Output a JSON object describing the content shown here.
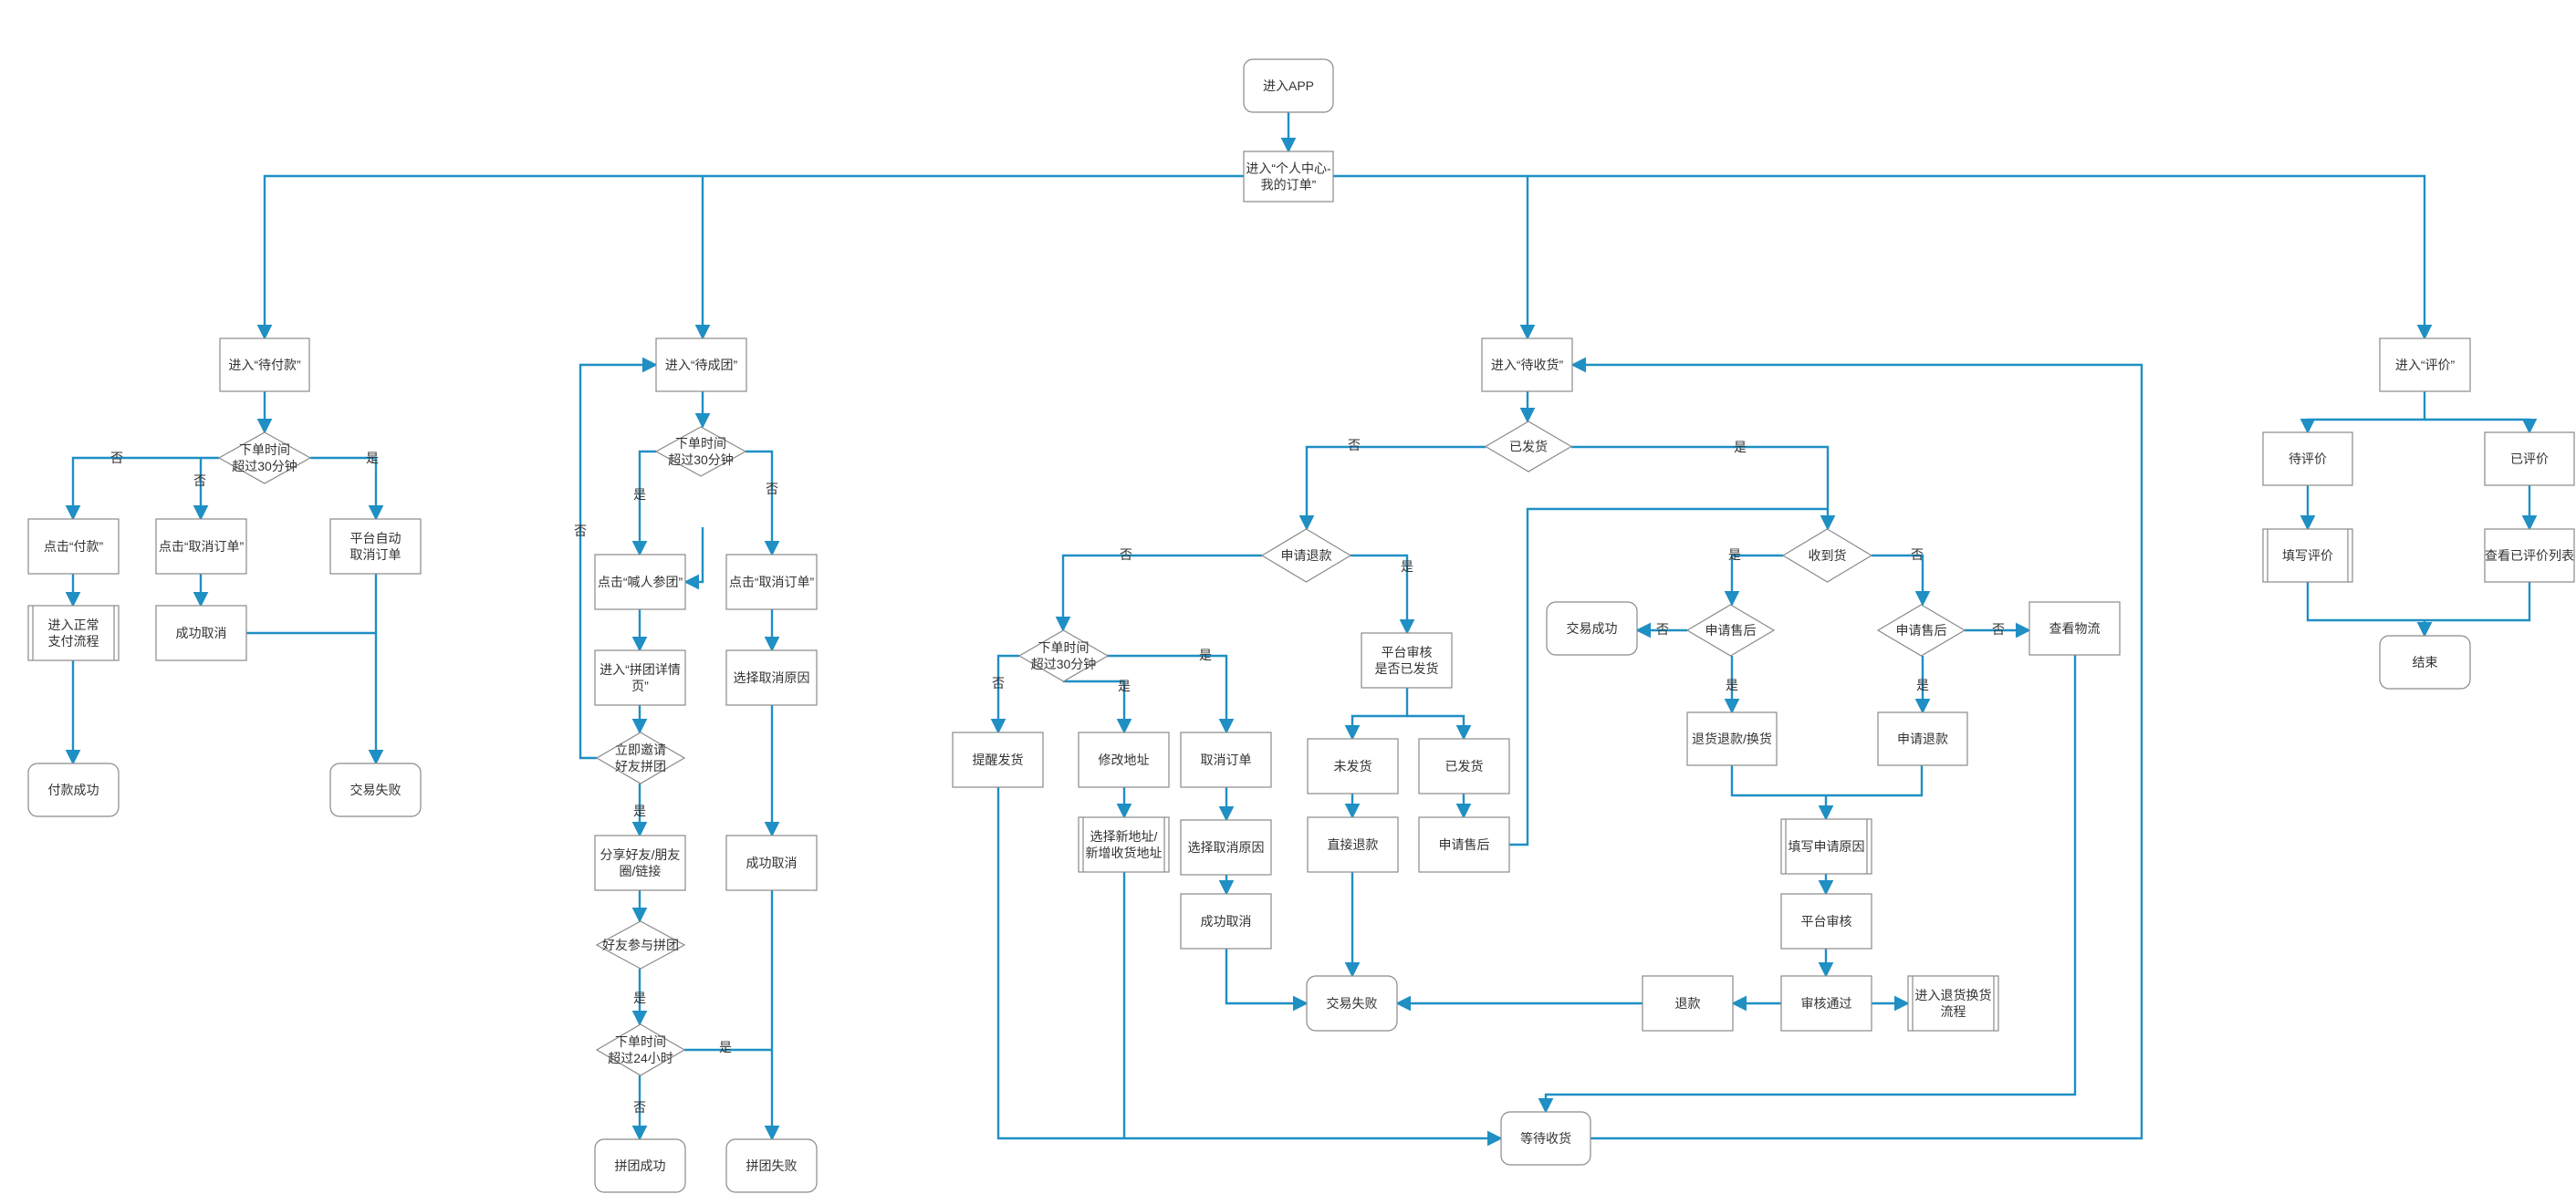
{
  "colors": {
    "line": "#1f8fc4",
    "border": "#8a8a8a",
    "text": "#333333",
    "background": "#ffffff"
  },
  "nodes": [
    {
      "id": "start",
      "shape": "rounded",
      "lines": [
        "进入APP"
      ]
    },
    {
      "id": "myorder",
      "shape": "rect",
      "lines": [
        "进入“个人中心-",
        "我的订单”"
      ]
    },
    {
      "id": "pay",
      "shape": "rect",
      "lines": [
        "进入“待付款”"
      ]
    },
    {
      "id": "pay_d",
      "shape": "diamond",
      "lines": [
        "下单时间",
        "超过30分钟"
      ]
    },
    {
      "id": "click_pay",
      "shape": "rect",
      "lines": [
        "点击“付款”"
      ]
    },
    {
      "id": "click_cancel1",
      "shape": "rect",
      "lines": [
        "点击“取消订单”"
      ]
    },
    {
      "id": "auto_cancel",
      "shape": "rect",
      "lines": [
        "平台自动",
        "取消订单"
      ]
    },
    {
      "id": "normal_pay",
      "shape": "subprocess",
      "lines": [
        "进入正常",
        "支付流程"
      ]
    },
    {
      "id": "cancel_ok1",
      "shape": "rect",
      "lines": [
        "成功取消"
      ]
    },
    {
      "id": "pay_ok",
      "shape": "rounded",
      "lines": [
        "付款成功"
      ]
    },
    {
      "id": "fail1",
      "shape": "rounded",
      "lines": [
        "交易失败"
      ]
    },
    {
      "id": "group",
      "shape": "rect",
      "lines": [
        "进入“待成团”"
      ]
    },
    {
      "id": "grp_d",
      "shape": "diamond",
      "lines": [
        "下单时间",
        "超过30分钟"
      ]
    },
    {
      "id": "call",
      "shape": "rect",
      "lines": [
        "点击“喊人参团”"
      ]
    },
    {
      "id": "click_cancel2",
      "shape": "rect",
      "lines": [
        "点击“取消订单”"
      ]
    },
    {
      "id": "grp_detail",
      "shape": "rect",
      "lines": [
        "进入“拼团详情",
        "页”"
      ]
    },
    {
      "id": "reason2",
      "shape": "rect",
      "lines": [
        "选择取消原因"
      ]
    },
    {
      "id": "invite_d",
      "shape": "diamond",
      "lines": [
        "立即邀请",
        "好友拼团"
      ]
    },
    {
      "id": "share",
      "shape": "rect",
      "lines": [
        "分享好友/朋友",
        "圈/链接"
      ]
    },
    {
      "id": "cancel_ok2",
      "shape": "rect",
      "lines": [
        "成功取消"
      ]
    },
    {
      "id": "join_d",
      "shape": "diamond",
      "lines": [
        "好友参与拼团"
      ]
    },
    {
      "id": "h24_d",
      "shape": "diamond",
      "lines": [
        "下单时间",
        "超过24小时"
      ]
    },
    {
      "id": "grp_ok",
      "shape": "rounded",
      "lines": [
        "拼团成功"
      ]
    },
    {
      "id": "grp_fail",
      "shape": "rounded",
      "lines": [
        "拼团失败"
      ]
    },
    {
      "id": "receive",
      "shape": "rect",
      "lines": [
        "进入“待收货”"
      ]
    },
    {
      "id": "shipped_d",
      "shape": "diamond",
      "lines": [
        "已发货"
      ]
    },
    {
      "id": "refund_d",
      "shape": "diamond",
      "lines": [
        "申请退款"
      ]
    },
    {
      "id": "recv_d",
      "shape": "diamond",
      "lines": [
        "收到货"
      ]
    },
    {
      "id": "r30_d",
      "shape": "diamond",
      "lines": [
        "下单时间",
        "超过30分钟"
      ]
    },
    {
      "id": "audit_ship",
      "shape": "rect",
      "lines": [
        "平台审核",
        "是否已发货"
      ]
    },
    {
      "id": "aft1_d",
      "shape": "diamond",
      "lines": [
        "申请售后"
      ]
    },
    {
      "id": "aft2_d",
      "shape": "diamond",
      "lines": [
        "申请售后"
      ]
    },
    {
      "id": "trade_ok",
      "shape": "rounded",
      "lines": [
        "交易成功"
      ]
    },
    {
      "id": "logistics",
      "shape": "rect",
      "lines": [
        "查看物流"
      ]
    },
    {
      "id": "remind",
      "shape": "rect",
      "lines": [
        "提醒发货"
      ]
    },
    {
      "id": "modify",
      "shape": "rect",
      "lines": [
        "修改地址"
      ]
    },
    {
      "id": "cancel3",
      "shape": "rect",
      "lines": [
        "取消订单"
      ]
    },
    {
      "id": "not_shipped",
      "shape": "rect",
      "lines": [
        "未发货"
      ]
    },
    {
      "id": "shipped",
      "shape": "rect",
      "lines": [
        "已发货"
      ]
    },
    {
      "id": "return",
      "shape": "rect",
      "lines": [
        "退货退款/换货"
      ]
    },
    {
      "id": "apply_refund",
      "shape": "rect",
      "lines": [
        "申请退款"
      ]
    },
    {
      "id": "new_addr",
      "shape": "subprocess",
      "lines": [
        "选择新地址/",
        "新增收货地址"
      ]
    },
    {
      "id": "reason3",
      "shape": "rect",
      "lines": [
        "选择取消原因"
      ]
    },
    {
      "id": "direct_refund",
      "shape": "rect",
      "lines": [
        "直接退款"
      ]
    },
    {
      "id": "apply_after",
      "shape": "rect",
      "lines": [
        "申请售后"
      ]
    },
    {
      "id": "fill_reason",
      "shape": "subprocess",
      "lines": [
        "填写申请原因"
      ]
    },
    {
      "id": "cancel_ok3",
      "shape": "rect",
      "lines": [
        "成功取消"
      ]
    },
    {
      "id": "plat_audit",
      "shape": "rect",
      "lines": [
        "平台审核"
      ]
    },
    {
      "id": "fail2",
      "shape": "rounded",
      "lines": [
        "交易失败"
      ]
    },
    {
      "id": "refund",
      "shape": "rect",
      "lines": [
        "退款"
      ]
    },
    {
      "id": "audit_pass",
      "shape": "rect",
      "lines": [
        "审核通过"
      ]
    },
    {
      "id": "exchange",
      "shape": "subprocess",
      "lines": [
        "进入退货换货",
        "流程"
      ]
    },
    {
      "id": "wait",
      "shape": "rounded",
      "lines": [
        "等待收货"
      ]
    },
    {
      "id": "review",
      "shape": "rect",
      "lines": [
        "进入“评价”"
      ]
    },
    {
      "id": "to_review",
      "shape": "rect",
      "lines": [
        "待评价"
      ]
    },
    {
      "id": "reviewed",
      "shape": "rect",
      "lines": [
        "已评价"
      ]
    },
    {
      "id": "write_review",
      "shape": "subprocess",
      "lines": [
        "填写评价"
      ]
    },
    {
      "id": "view_reviews",
      "shape": "rect",
      "lines": [
        "查看已评价列表"
      ]
    },
    {
      "id": "end",
      "shape": "rounded",
      "lines": [
        "结束"
      ]
    }
  ],
  "labels": [
    {
      "id": "l1",
      "text": "否"
    },
    {
      "id": "l2",
      "text": "否"
    },
    {
      "id": "l3",
      "text": "是"
    },
    {
      "id": "l4",
      "text": "是"
    },
    {
      "id": "l5",
      "text": "否"
    },
    {
      "id": "l6",
      "text": "否"
    },
    {
      "id": "l7",
      "text": "是"
    },
    {
      "id": "l8",
      "text": "是"
    },
    {
      "id": "l9",
      "text": "是"
    },
    {
      "id": "l10",
      "text": "否"
    },
    {
      "id": "l11",
      "text": "否"
    },
    {
      "id": "l12",
      "text": "是"
    },
    {
      "id": "l13",
      "text": "否"
    },
    {
      "id": "l14",
      "text": "是"
    },
    {
      "id": "l15",
      "text": "是"
    },
    {
      "id": "l16",
      "text": "否"
    },
    {
      "id": "l17",
      "text": "否"
    },
    {
      "id": "l18",
      "text": "是"
    },
    {
      "id": "l19",
      "text": "是"
    },
    {
      "id": "l20",
      "text": "否"
    },
    {
      "id": "l21",
      "text": "否"
    },
    {
      "id": "l22",
      "text": "是"
    },
    {
      "id": "l23",
      "text": "是"
    }
  ]
}
